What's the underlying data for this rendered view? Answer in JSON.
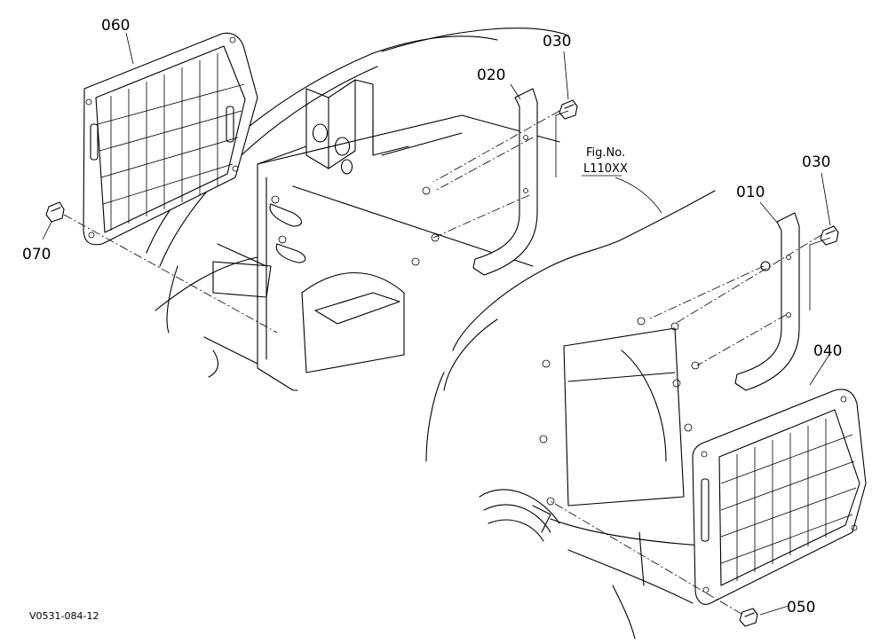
{
  "callouts": {
    "p010": "010",
    "p020": "020",
    "p030a": "030",
    "p030b": "030",
    "p040": "040",
    "p050": "050",
    "p060": "060",
    "p070": "070"
  },
  "figure_ref": {
    "line1": "Fig.No.",
    "line2": "L110XX"
  },
  "drawing_code": "V0531-084-12"
}
